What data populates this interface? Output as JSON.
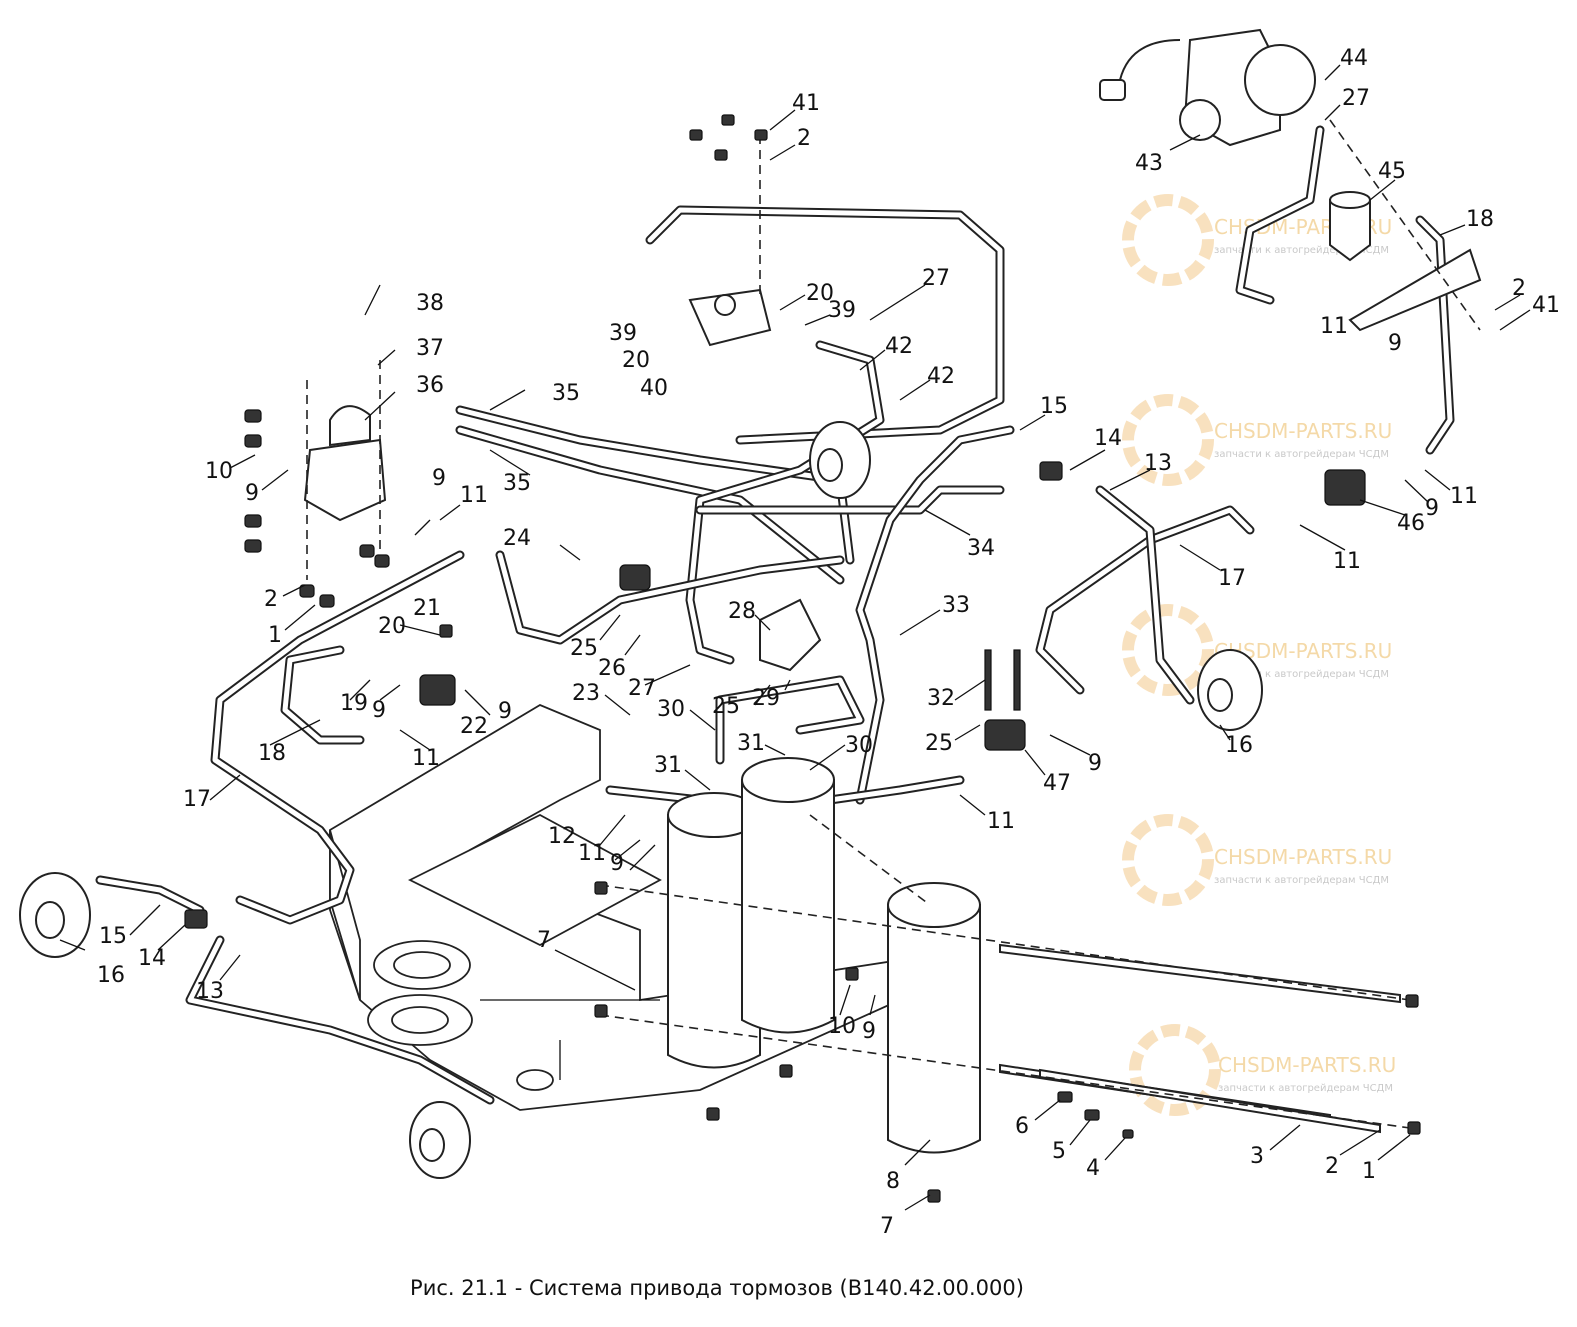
{
  "caption": "Рис. 21.1 - Система привода тормозов (В140.42.00.000)",
  "watermark": {
    "brand": "CHSDM-PARTS.RU",
    "tagline": "запчасти к автогрейдерам ЧСДМ",
    "color": "#f2c98a"
  },
  "callouts": [
    "1",
    "2",
    "3",
    "4",
    "5",
    "6",
    "7",
    "8",
    "9",
    "10",
    "11",
    "12",
    "13",
    "14",
    "15",
    "16",
    "17",
    "18",
    "19",
    "20",
    "21",
    "22",
    "23",
    "24",
    "25",
    "26",
    "27",
    "28",
    "29",
    "30",
    "31",
    "32",
    "33",
    "34",
    "35",
    "36",
    "37",
    "38",
    "39",
    "40",
    "41",
    "42",
    "43",
    "44",
    "45",
    "46",
    "47"
  ]
}
